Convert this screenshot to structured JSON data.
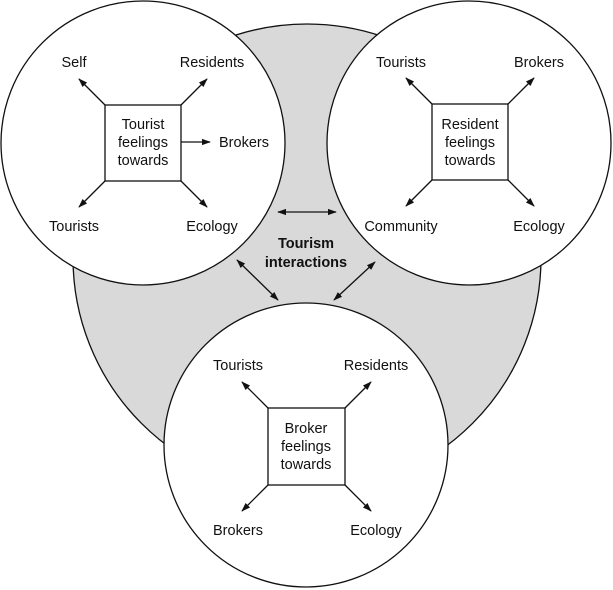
{
  "center": {
    "line1": "Tourism",
    "line2": "interactions"
  },
  "tourist": {
    "box": [
      "Tourist",
      "feelings",
      "towards"
    ],
    "top_left": "Self",
    "top_right": "Residents",
    "right": "Brokers",
    "bottom_left": "Tourists",
    "bottom_right": "Ecology"
  },
  "resident": {
    "box": [
      "Resident",
      "feelings",
      "towards"
    ],
    "top_left": "Tourists",
    "top_right": "Brokers",
    "bottom_left": "Community",
    "bottom_right": "Ecology"
  },
  "broker": {
    "box": [
      "Broker",
      "feelings",
      "towards"
    ],
    "top_left": "Tourists",
    "top_right": "Residents",
    "bottom_left": "Brokers",
    "bottom_right": "Ecology"
  }
}
